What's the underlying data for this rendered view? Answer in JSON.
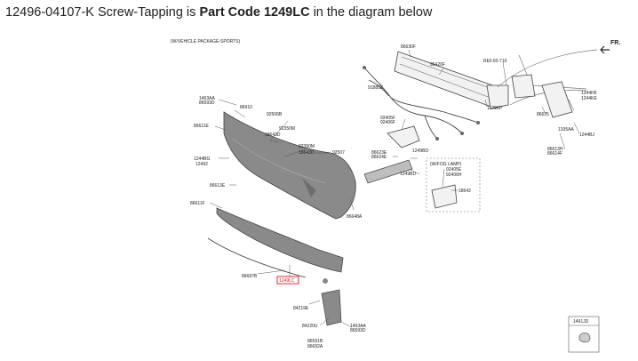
{
  "headline": {
    "prefix": "12496-04107-K Screw-Tapping is ",
    "emphasis": "Part Code 1249LC",
    "suffix": " in the diagram below"
  },
  "diagram": {
    "highlight_color": "#e01010",
    "package_note": "(W/VEHICLE PACKAGE-SPORTS)",
    "direction_label": "FR.",
    "fog_lamp_box_title": "(W/FOG LAMP)",
    "inset_box_label": "1491JD",
    "highlighted_code": "1249LC",
    "labels": {
      "l86630F": "86630F",
      "l95420F": "95420F",
      "lRef": "REF.60-710",
      "l91880Z": "91880Z",
      "l1463AA_a": "1463AA",
      "l86593D": "86593D",
      "l86910": "86910",
      "l92506B": "92506B",
      "l92350M_a": "92350M",
      "l18643D_a": "18643D",
      "l86611E": "86611E",
      "l92350M_b": "92350M",
      "l18643D_b": "18643D",
      "l92507": "92507",
      "l1129KP": "1129KP",
      "l92405F": "92405F",
      "l92406F": "92406F",
      "l1244FB": "1244FB",
      "l1244KE": "1244KE",
      "l86625": "86625",
      "l1335AA": "1335AA",
      "l1244BJ": "1244BJ",
      "l86613H": "86613H",
      "l86614F": "86614F",
      "l86623E": "86623E",
      "l86624E": "86624E",
      "l1249BD_a": "1249BD",
      "l1244BG": "1244BG",
      "l12492": "12492",
      "l1249BD_b": "1249BD",
      "l92405E": "92405E",
      "l92406H": "92406H",
      "l18642": "18642",
      "l86613E": "86613E",
      "l86611F": "86611F",
      "l86648A": "86648A",
      "l86687B": "86687B",
      "l84219E": "84219E",
      "l84220U": "84220U",
      "l1463AA_b": "1463AA",
      "l86593D_b": "86593D",
      "l86591B": "86591B",
      "l86692A": "86692A"
    }
  }
}
